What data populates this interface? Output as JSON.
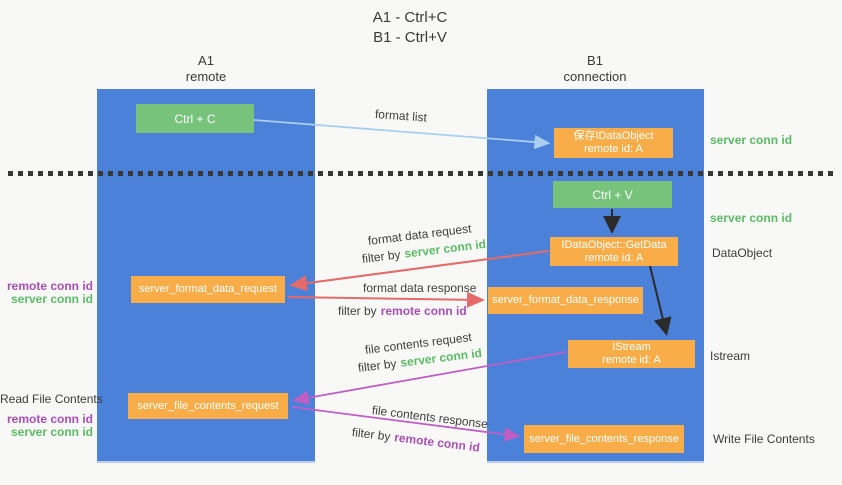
{
  "title": {
    "line1": "A1 - Ctrl+C",
    "line2": "B1 - Ctrl+V"
  },
  "lanes": {
    "left": {
      "line1": "A1",
      "line2": "remote"
    },
    "right": {
      "line1": "B1",
      "line2": "connection"
    }
  },
  "nodes": {
    "ctrl_c": {
      "label": "Ctrl + C"
    },
    "ctrl_v": {
      "label": "Ctrl + V"
    },
    "save_idataobject": {
      "line1": "保存IDataObject",
      "line2": "remote id: A"
    },
    "getdata": {
      "line1": "IDataObject::GetData",
      "line2": "remote id: A"
    },
    "istream": {
      "line1": "IStream",
      "line2": "remote id: A"
    },
    "format_request": {
      "label": "server_format_data_request"
    },
    "format_response": {
      "label": "server_format_data_response"
    },
    "file_request": {
      "label": "server_file_contents_request"
    },
    "file_response": {
      "label": "server_file_contents_response"
    }
  },
  "edges": {
    "format_list": {
      "label": "format list"
    },
    "format_data_request": {
      "label": "format data request",
      "filter_prefix": "filter by",
      "filter_key": "server conn id"
    },
    "format_data_response": {
      "label": "format data response",
      "filter_prefix": "filter by",
      "filter_key": "remote conn id"
    },
    "file_contents_request": {
      "label": "file contents request",
      "filter_prefix": "filter by",
      "filter_key": "server conn id"
    },
    "file_contents_response": {
      "label": "file contents response",
      "filter_prefix": "filter by",
      "filter_key": "remote conn id"
    }
  },
  "margin_labels": {
    "right_server_conn_id_top": "server conn id",
    "right_server_conn_id_mid": "server conn id",
    "right_dataobject": "DataObject",
    "right_istream": "Istream",
    "right_write_file_contents": "Write File Contents",
    "left_remote_conn_id_top": "remote conn id",
    "left_server_conn_id_top": "server conn id",
    "left_read_file_contents": "Read File Contents",
    "left_remote_conn_id_bottom": "remote conn id",
    "left_server_conn_id_bottom": "server conn id"
  },
  "colors": {
    "lane_blue": "#4c81d9",
    "green_box": "#77c37c",
    "orange_box": "#f8ad49",
    "arrow_light_blue": "#a9ceef",
    "arrow_red": "#e56a6a",
    "arrow_magenta": "#bf5fc4",
    "arrow_black": "#2b2b2b",
    "label_green": "#5cbb66",
    "label_purple": "#a94fb5",
    "text_dark": "#3c3c3c",
    "background": "#f8f8f6"
  }
}
